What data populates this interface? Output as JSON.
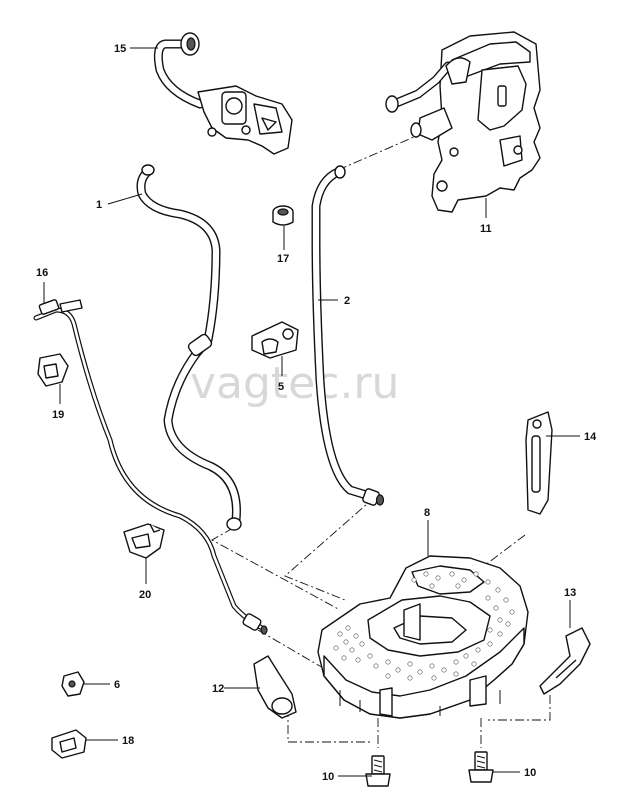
{
  "watermark": "vagtec.ru",
  "callouts": {
    "c1": "1",
    "c2": "2",
    "c5": "5",
    "c6": "6",
    "c8": "8",
    "c10a": "10",
    "c10b": "10",
    "c11": "11",
    "c12": "12",
    "c13": "13",
    "c14": "14",
    "c15": "15",
    "c16": "16",
    "c17": "17",
    "c18": "18",
    "c19": "19",
    "c20": "20"
  }
}
